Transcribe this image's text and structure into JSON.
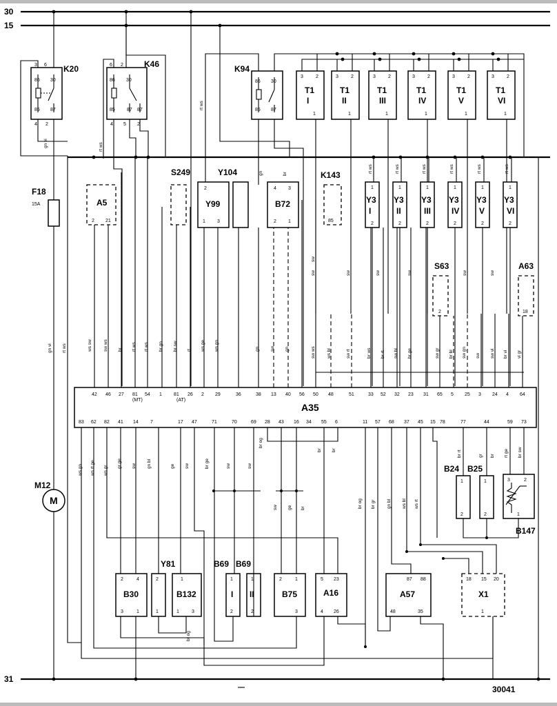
{
  "rails": {
    "r30": "30",
    "r15": "15",
    "r31": "31"
  },
  "relays": {
    "k20": "K20",
    "k46": "K46",
    "k94": "K94",
    "k143": "K143"
  },
  "relay_pins": {
    "k20": [
      "3",
      "6",
      "30",
      "86",
      "85",
      "87",
      "4",
      "2"
    ],
    "k46": [
      "6",
      "2",
      "30",
      "86",
      "85",
      "87",
      "87",
      "4",
      "5",
      "2"
    ],
    "k94": [
      "86",
      "30",
      "85",
      "87"
    ]
  },
  "coils": {
    "name": "T1",
    "numerals": [
      "I",
      "II",
      "III",
      "IV",
      "V",
      "VI"
    ],
    "pin_top": [
      "3",
      "2"
    ],
    "pin_bottom": "1"
  },
  "injectors": {
    "name": "Y3",
    "numerals": [
      "I",
      "II",
      "III",
      "IV",
      "V",
      "VI"
    ],
    "pin_top": "1",
    "pin_bottom": "2"
  },
  "components": {
    "f18": "F18",
    "f18_rating": "15A",
    "a5": "A5",
    "s249": "S249",
    "y104": "Y104",
    "y99": "Y99",
    "b72": "B72",
    "s63": "S63",
    "a63": "A63",
    "a35": "A35",
    "m12": "M12",
    "m12_symbol": "M",
    "b24": "B24",
    "b25": "B25",
    "b147": "B147",
    "y81": "Y81",
    "b69": "B69",
    "b30": "B30",
    "b132": "B132",
    "b75": "B75",
    "a16": "A16",
    "a57": "A57",
    "x1": "X1",
    "roman_i": "I",
    "roman_ii": "II"
  },
  "component_pins": {
    "a5": [
      "2",
      "21"
    ],
    "y99": [
      "2",
      "1",
      "3"
    ],
    "b72": [
      "4",
      "3",
      "2",
      "1"
    ],
    "k143": "85",
    "s63": "2",
    "a63": "18",
    "b30": [
      "2",
      "4",
      "3",
      "1"
    ],
    "y81": [
      "2",
      "1"
    ],
    "b132": [
      "1",
      "1",
      "3"
    ],
    "b69": [
      "1",
      "2"
    ],
    "b75": [
      "2",
      "1",
      "3"
    ],
    "a16": [
      "5",
      "23",
      "4",
      "26"
    ],
    "a57": [
      "87",
      "88",
      "48",
      "35"
    ],
    "x1": [
      "18",
      "15",
      "20",
      "1"
    ],
    "b24": [
      "1",
      "2"
    ],
    "b25": [
      "1",
      "2"
    ],
    "b147": [
      "3",
      "2",
      "1"
    ]
  },
  "ecu_pins_top": [
    "42",
    "46",
    "27",
    "81",
    "54",
    "1",
    "81",
    "26",
    "2",
    "29",
    "36",
    "38",
    "13",
    "40",
    "56",
    "50",
    "48",
    "51",
    "33",
    "52",
    "32",
    "23",
    "31",
    "65",
    "5",
    "25",
    "3",
    "24",
    "4",
    "64"
  ],
  "ecu_pins_top_notes": [
    "(MT)",
    "(AT)"
  ],
  "ecu_pins_bottom": [
    "83",
    "62",
    "82",
    "41",
    "14",
    "7",
    "17",
    "47",
    "71",
    "70",
    "69",
    "28",
    "43",
    "16",
    "34",
    "55",
    "6",
    "11",
    "57",
    "68",
    "37",
    "45",
    "15",
    "78",
    "77",
    "44",
    "59",
    "73"
  ],
  "wire_colors_upper": [
    "ws sw",
    "sw ws",
    "br",
    "rt ws",
    "rt ws",
    "br gn",
    "br sw",
    "rt",
    "ws ge",
    "ws gn",
    "gn",
    "sw",
    "gn",
    "sw ws",
    "ws bl",
    "sw rt",
    "br ws",
    "br rt",
    "sw bl",
    "br ge",
    "sw gr",
    "br bl",
    "sw gn",
    "sw",
    "sw vi",
    "br vi",
    "vi gr"
  ],
  "wire_colors_a35_right": [
    "sw",
    "sw",
    "sw",
    "sw",
    "sw",
    "sw",
    "sw"
  ],
  "wire_colors_k_side": [
    "gn vi",
    "rt ws",
    "rt ws",
    "gn",
    "br",
    "rt ws",
    "rt ws",
    "rt ws",
    "rt ws",
    "rt ws",
    "rt ws"
  ],
  "wire_colors_left": [
    "gn vi",
    "rt ws"
  ],
  "wire_colors_lower": [
    "ws gn",
    "ws rt ge",
    "ws gr",
    "gr ge",
    "sw",
    "gn bl",
    "ge",
    "sw",
    "br ge",
    "sw",
    "sw",
    "br og",
    "br",
    "br",
    "br og",
    "br gr",
    "gn bl",
    "ws bl",
    "ws rt",
    "br rt",
    "gr",
    "br",
    "rt ge",
    "br sw"
  ],
  "wire_colors_mid": [
    "sw",
    "ge",
    "br",
    "br og"
  ],
  "diagram_id": "30041"
}
